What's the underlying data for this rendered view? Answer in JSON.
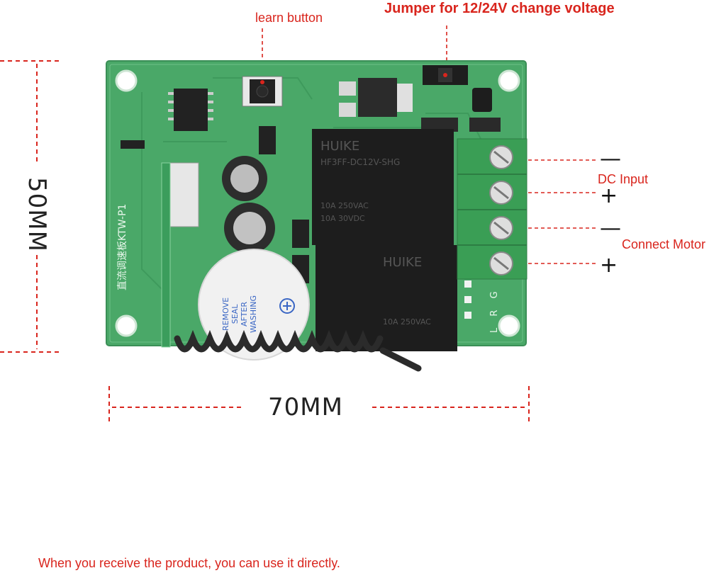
{
  "labels": {
    "learn_button": "learn button",
    "jumper": "Jumper for 12/24V change voltage",
    "dc_input": "DC Input",
    "connect_motor": "Connect Motor",
    "footer": "When you receive the product, you can use it directly."
  },
  "dimensions": {
    "height": "50MM",
    "width": "70MM"
  },
  "terminals": {
    "t1": "—",
    "t2": "+",
    "t3": "—",
    "t4": "+"
  },
  "board": {
    "model": "直流调速板KTW-P1",
    "relay_brand": "HUIKE",
    "relay_model": "HF3FF-DC12V-SHG",
    "relay_rating_1": "10A 250VAC",
    "relay_rating_2": "10A 30VDC",
    "buzzer_text": [
      "REMOVE",
      "SEAL",
      "AFTER",
      "WASHING"
    ],
    "led_letters": "L R G"
  },
  "colors": {
    "annotation": "#d9251d",
    "pcb": "#4aa868",
    "relay": "#1d1d1d",
    "terminal": "#3a9e55",
    "dimension_line": "#d9251d"
  }
}
